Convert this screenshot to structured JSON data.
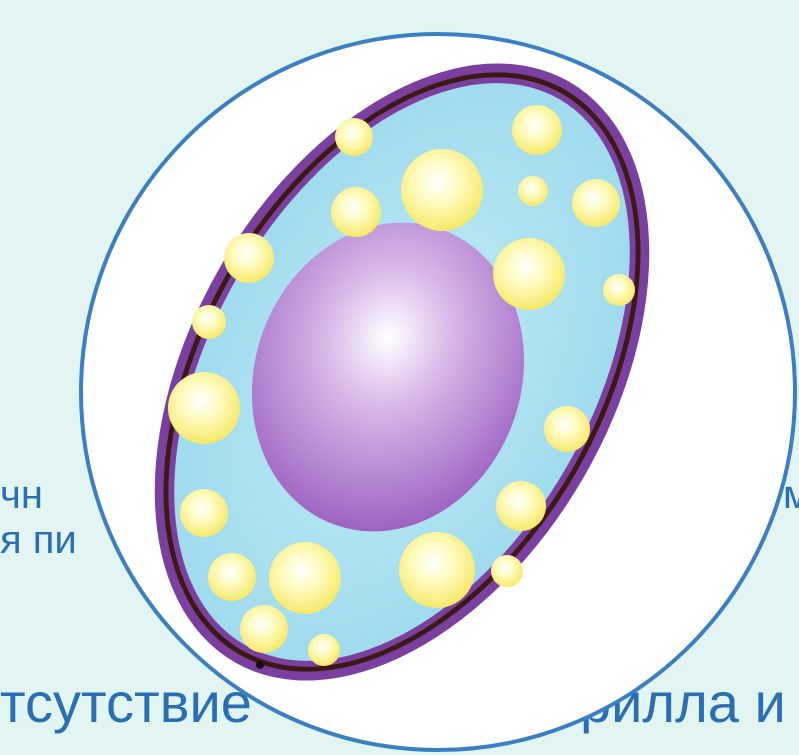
{
  "text_fragments": {
    "left_line1": "чн",
    "right_line1": "м",
    "left_line2": "я пи",
    "left_line3": "тсутствие",
    "right_line3": "рилла и"
  },
  "colors": {
    "background": "#e2f5f2",
    "text": "#2a6fb5",
    "outer_ring": "#3b7fc4",
    "membrane_outer": "#7b3fa0",
    "membrane_inner": "#3b1a14",
    "cytoplasm": "#a8e0f0",
    "nucleus": "#a56bc6",
    "droplets": "#fbf07a"
  }
}
